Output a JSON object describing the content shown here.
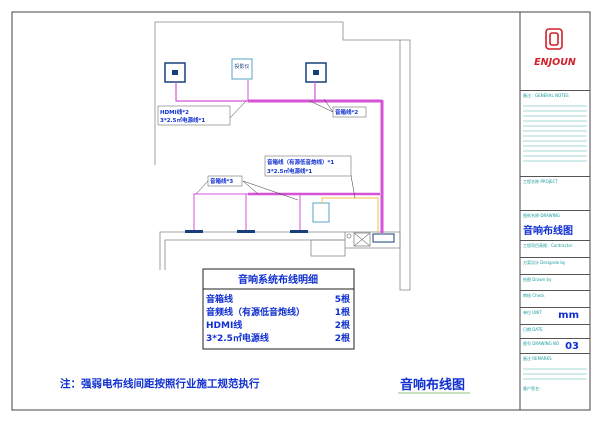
{
  "colors": {
    "wire": "#d653d6",
    "yellow": "#f2c14e",
    "text": "#1030d0",
    "brand": "#d0202a",
    "teal": "#1a9a9a"
  },
  "devices": {
    "projector": "投影仪"
  },
  "labels": {
    "hdmi_line1": "HDMI线*2",
    "hdmi_line2": "3*2.5㎡电源线*1",
    "speaker2": "音箱线*2",
    "sub_line1": "音箱线（有源低音炮线）*1",
    "sub_line2": "3*2.5㎡电源线*1",
    "speaker3": "音箱线*3"
  },
  "table": {
    "title": "音响系统布线明细",
    "rows": [
      {
        "name": "音箱线",
        "qty": "5根"
      },
      {
        "name": "音频线（有源低音炮线）",
        "qty": "1根"
      },
      {
        "name": "HDMI线",
        "qty": "2根"
      },
      {
        "name": "3*2.5㎡电源线",
        "qty": "2根"
      }
    ]
  },
  "note": "注：强弱电布线间距按照行业施工规范执行",
  "drawing_title": "音响布线图",
  "title_block": {
    "brand": "ENJOUN",
    "general_notes": "备注：GENERAL NOTES",
    "project": "工程名称-PROJECT",
    "drawing_label": "图纸名称-DRAWING",
    "drawing_name": "音响布线图",
    "contractor": "工程项目表格：Contractor",
    "design": "方案设计 Designde by",
    "drawn": "绘图 Drawn by",
    "check": "审核 Check",
    "unit_label": "单位 UNIT",
    "unit": "mm",
    "date_label": "日期 DATE",
    "number_label": "图号 DRAWING NO",
    "number": "03",
    "remarks": "备注 REMARKS",
    "client": "客户签名："
  }
}
